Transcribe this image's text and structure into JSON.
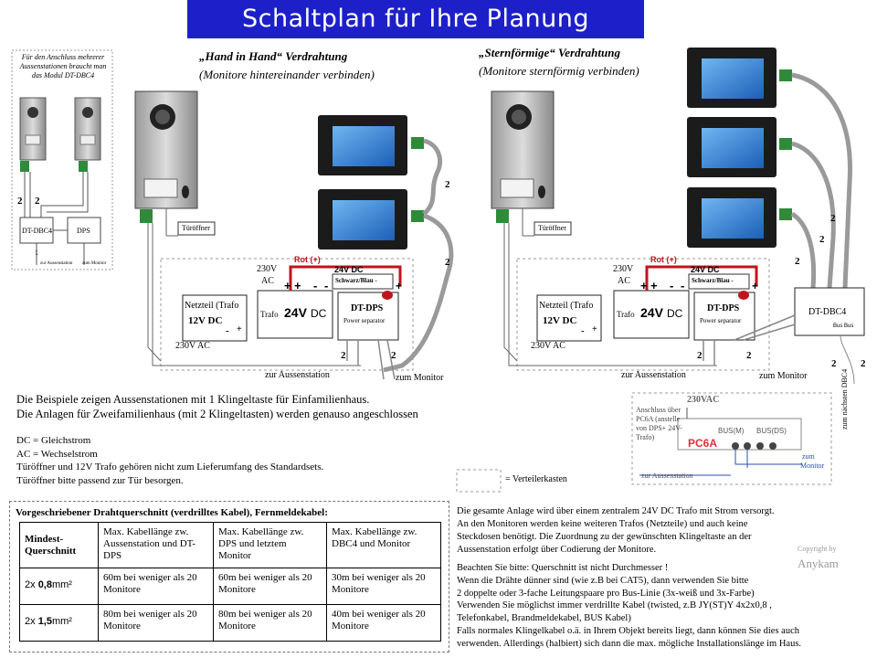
{
  "title": "Schaltplan für Ihre Planung",
  "left_note": "Für den Anschluss mehrerer Aussenstationen braucht man das Modul DT-DBC4",
  "left_panel": {
    "dbc4": "DT-DBC4",
    "dps": "DPS",
    "wire_a": "2",
    "wire_b": "2",
    "wire_c": "1",
    "foot_a": "zur Aussenstation",
    "foot_b": "zum Monitor"
  },
  "hand": {
    "title": "„Hand in Hand“ Verdrahtung",
    "subtitle": "(Monitore hintereinander verbinden)"
  },
  "stern": {
    "title": "„Sternförmige“ Verdrahtung",
    "subtitle": "(Monitore sternförmig verbinden)"
  },
  "labels": {
    "tueroeffner": "Türöffner",
    "netzteil": "Netzteil (Trafo",
    "v12": "12V DC",
    "ac230": "230V AC",
    "ac230b": "230V",
    "ac": "AC",
    "trafo": "Trafo",
    "v24": "24V",
    "dc": "DC",
    "rot": "Rot (+)",
    "v24dc": "24V  DC",
    "schwarz": "Schwarz/Blau -",
    "dtdps": "DT-DPS",
    "powersep": "Power separator",
    "zur_aussen": "zur Aussenstation",
    "zum_monitor": "zum Monitor",
    "two": "2",
    "plus": "+",
    "minus": "-",
    "dtdbc4": "DT-DBC4",
    "busbus": "Bus Bus",
    "zum_naechsten": "zum nächsten DBC4"
  },
  "pc6a": {
    "ac": "230VAC",
    "anschluss": "Anschluss über PC6A (anstelle von DPS+ 24V-Trafo)",
    "bus_m": "BUS(M)",
    "bus_ds": "BUS(DS)",
    "name": "PC6A",
    "zum": "zum",
    "monitor": "Monitor",
    "zur": "zur Aussenstation"
  },
  "examples": [
    "Die Beispiele zeigen Aussenstationen mit 1 Klingeltaste für Einfamilienhaus.",
    "Die Anlagen für Zweifamilienhaus (mit 2 Klingeltasten) werden genauso angeschlossen"
  ],
  "defs": [
    "DC = Gleichstrom",
    "AC = Wechselstrom",
    "Türöffner und 12V Trafo gehören nicht zum Lieferumfang  des Standardsets.",
    "Türöffner bitte passend zur Tür besorgen."
  ],
  "verteiler": "= Verteilerkasten",
  "table": {
    "title": "Vorgeschriebener Drahtquerschnitt  (verdrilltes Kabel),  Fernmeldekabel:",
    "headers": [
      "Mindest- Querschnitt",
      "Max. Kabellänge zw. Aussenstation und DT-DPS",
      "Max. Kabellänge zw. DPS und letztem  Monitor",
      "Max. Kabellänge zw. DBC4  und Monitor"
    ],
    "rows": [
      {
        "size_pre": "2x ",
        "size_num": "0,8",
        "size_unit": "mm²",
        "c1": "60m  bei weniger als 20 Monitore",
        "c2": "60m  bei weniger als 20 Monitore",
        "c3": "30m  bei weniger als 20 Monitore"
      },
      {
        "size_pre": "2x ",
        "size_num": "1,5",
        "size_unit": "mm²",
        "c1": "80m  bei weniger als 20 Monitore",
        "c2": "80m  bei weniger als 20 Monitore",
        "c3": "40m  bei weniger als 20 Monitore"
      }
    ]
  },
  "power_note": [
    "Die gesamte  Anlage wird über einem zentralem 24V DC Trafo mit Strom versorgt.",
    "An den Monitoren werden keine weiteren Trafos (Netzteile) und auch keine",
    "Steckdosen benötigt. Die Zuordnung zu der gewünschten Klingeltaste an der",
    "Aussenstation erfolgt über Codierung der Monitore."
  ],
  "copyright": "Copyright by",
  "brand": "Anykam",
  "cable_note": [
    "Beachten Sie bitte: Querschnitt ist nicht Durchmesser !",
    "Wenn die Drähte dünner sind (wie z.B bei CAT5), dann verwenden Sie bitte",
    "2 doppelte oder 3-fache Leitungspaare pro Bus-Linie (3x-weiß und 3x-Farbe)",
    "Verwenden Sie möglichst immer verdrillte Kabel (twisted, z.B JY(ST)Y 4x2x0,8 ,",
    "Telefonkabel, Brandmeldekabel,  BUS Kabel)",
    "Falls normales Klingelkabel o.ä. in Ihrem Objekt bereits liegt,  dann können Sie  dies auch",
    "verwenden. Allerdings (halbiert) sich dann die max.  mögliche  Installationslänge im Haus."
  ],
  "colors": {
    "title_bg": "#1d20c8",
    "red_wire": "#c0141c",
    "pc6a_red": "#e0303a",
    "screen": "#2a7fd6",
    "terminal": "#2e8b3a"
  }
}
